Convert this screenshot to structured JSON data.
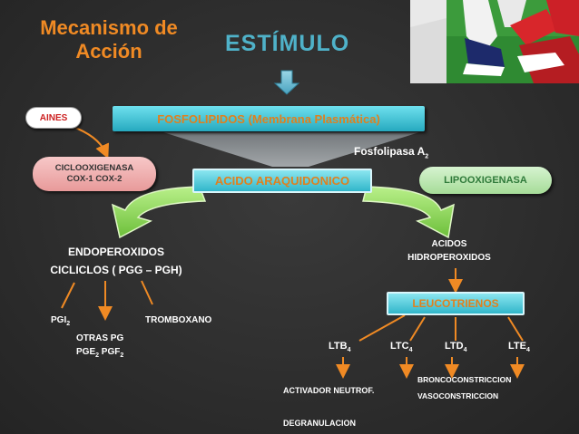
{
  "title": {
    "line1": "Mecanismo de",
    "line2": "Acción"
  },
  "estimulo": "ESTÍMULO",
  "fosfolipidos": "FOSFOLIPIDOS (Membrana Plasmática)",
  "aines": "AINES",
  "fosfolipasa": {
    "text": "Fosfolipasa A",
    "sub": "2"
  },
  "ciclooxigenasa": {
    "line1": "CICLOOXIGENASA",
    "line2": "COX-1   COX-2"
  },
  "acido": "ACIDO  ARAQUIDONICO",
  "lipooxigenasa": "LIPOOXIGENASA",
  "endoperoxidos": {
    "line1": "ENDOPEROXIDOS",
    "line2": "CICLICLOS ( PGG – PGH)"
  },
  "acidos": {
    "line1": "ACIDOS",
    "line2": "HIDROPEROXIDOS"
  },
  "leucotrienos": "LEUCOTRIENOS",
  "pgi": {
    "text": "PGI",
    "sub": "2"
  },
  "otras": {
    "line1": "OTRAS PG",
    "pge": "PGE",
    "pge_sub": "2",
    "pgf": " PGF",
    "pgf_sub": "2"
  },
  "tromboxano": "TROMBOXANO",
  "ltb": {
    "text": "LTB",
    "sub": "4"
  },
  "ltc": {
    "text": "LTC",
    "sub": "4"
  },
  "ltd": {
    "text": "LTD",
    "sub": "4"
  },
  "lte": {
    "text": "LTE",
    "sub": "4"
  },
  "activador": "ACTIVADOR NEUTROF.",
  "degranulacion": "DEGRANULACION",
  "bronco": "BRONCOCONSTRICCION",
  "vaso": "VASOCONSTRICCION",
  "colors": {
    "accent": "#f08a24",
    "cyan": "#4fb2c9",
    "green": "#8bc34a",
    "red": "#cc2020"
  }
}
